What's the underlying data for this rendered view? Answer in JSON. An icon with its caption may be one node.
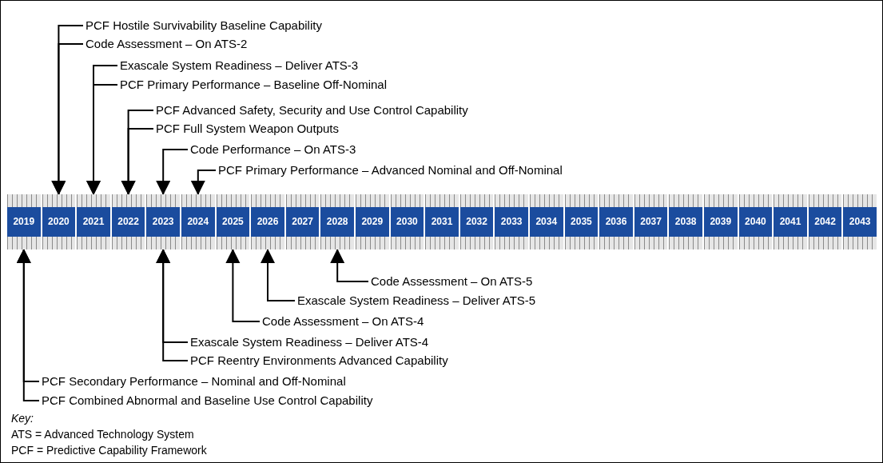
{
  "diagram": {
    "nodes": [
      {
        "text": [
          "PCF Hostile Survivability Baseline Capability"
        ]
      },
      {
        "text": [
          "Code Assessment – On ATS-2"
        ]
      },
      {
        "text": [
          "Exascale System Readiness – Deliver ATS-3"
        ]
      },
      {
        "text": [
          "PCF Primary Performance – Baseline Off-Nominal"
        ]
      },
      {
        "text": [
          "PCF Advanced Safety, Security and Use Control Capability"
        ]
      },
      {
        "text": [
          "PCF Full System Weapon Outputs"
        ]
      },
      {
        "text": [
          "Code Performance – On ATS-3"
        ]
      },
      {
        "text": [
          "PCF Primary Performance – Advanced Nominal and Off-Nominal"
        ]
      },
      {
        "text": [
          "2019"
        ]
      },
      {
        "text": [
          "2020"
        ]
      },
      {
        "text": [
          "2021"
        ]
      },
      {
        "text": [
          "2022"
        ]
      },
      {
        "text": [
          "2023"
        ]
      },
      {
        "text": [
          "2024"
        ]
      },
      {
        "text": [
          "2025"
        ]
      },
      {
        "text": [
          "2026"
        ]
      },
      {
        "text": [
          "2027"
        ]
      },
      {
        "text": [
          "2028"
        ]
      },
      {
        "text": [
          "2029"
        ]
      },
      {
        "text": [
          "2030"
        ]
      },
      {
        "text": [
          "2031"
        ]
      },
      {
        "text": [
          "2032"
        ]
      },
      {
        "text": [
          "2033"
        ]
      },
      {
        "text": [
          "2034"
        ]
      },
      {
        "text": [
          "2035"
        ]
      },
      {
        "text": [
          "2036"
        ]
      },
      {
        "text": [
          "2037"
        ]
      },
      {
        "text": [
          "2038"
        ]
      },
      {
        "text": [
          "2039"
        ]
      },
      {
        "text": [
          "2040"
        ]
      },
      {
        "text": [
          "2041"
        ]
      },
      {
        "text": [
          "2042"
        ]
      },
      {
        "text": [
          "2043"
        ]
      },
      {
        "text": [
          "Code Assessment – On ATS-5"
        ]
      },
      {
        "text": [
          "Exascale System Readiness – Deliver ATS-5"
        ]
      },
      {
        "text": [
          "Code Assessment – On ATS-4"
        ]
      },
      {
        "text": [
          "Exascale System Readiness – Deliver ATS-4"
        ]
      },
      {
        "text": [
          "PCF Reentry Environments Advanced Capability"
        ]
      },
      {
        "text": [
          "PCF Secondary Performance – Nominal and Off-Nominal"
        ]
      },
      {
        "text": [
          "PCF Combined Abnormal and Baseline Use Control Capability"
        ]
      }
    ],
    "edges": [
      {
        "from": 0,
        "to": 9,
        "arrow": "to"
      },
      {
        "from": 1,
        "to": 9,
        "arrow": "to"
      },
      {
        "from": 2,
        "to": 10,
        "arrow": "to"
      },
      {
        "from": 3,
        "to": 10,
        "arrow": "to"
      },
      {
        "from": 4,
        "to": 11,
        "arrow": "to"
      },
      {
        "from": 5,
        "to": 11,
        "arrow": "to"
      },
      {
        "from": 6,
        "to": 12,
        "arrow": "to"
      },
      {
        "from": 7,
        "to": 13,
        "arrow": "to"
      },
      {
        "from": 33,
        "to": 17,
        "arrow": "to"
      },
      {
        "from": 34,
        "to": 15,
        "arrow": "to"
      },
      {
        "from": 35,
        "to": 14,
        "arrow": "to"
      },
      {
        "from": 36,
        "to": 12,
        "arrow": "to"
      },
      {
        "from": 37,
        "to": 12,
        "arrow": "to"
      },
      {
        "from": 38,
        "to": 8,
        "arrow": "to"
      },
      {
        "from": 39,
        "to": 8,
        "arrow": "to"
      }
    ],
    "labels": [
      "Key:",
      "ATS = Advanced Technology System",
      "PCF = Predictive Capability Framework"
    ]
  }
}
